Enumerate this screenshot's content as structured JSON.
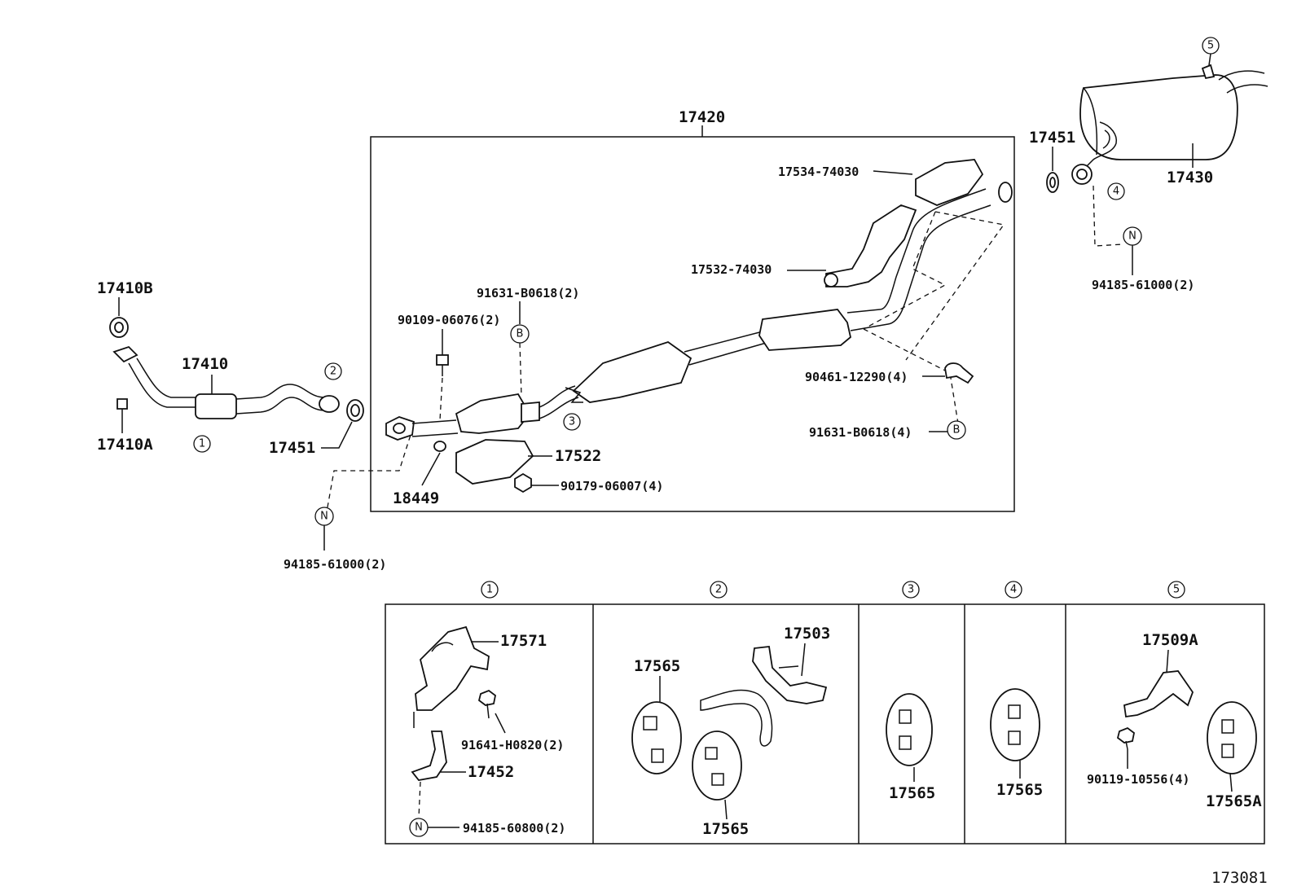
{
  "diagram_id": "173081",
  "main_assembly": {
    "label": "17420"
  },
  "parts": {
    "p17410B": "17410B",
    "p17410": "17410",
    "p17410A": "17410A",
    "p17451_left": "17451",
    "p17451_right": "17451",
    "p17430": "17430",
    "p17534": "17534-74030",
    "p17532": "17532-74030",
    "p91631_top": "91631-B0618(2)",
    "p90109": "90109-06076(2)",
    "p90461": "90461-12290(4)",
    "p91631_bottom": "91631-B0618(4)",
    "p17522": "17522",
    "p18449": "18449",
    "p90179": "90179-06007(4)",
    "p94185_left": "94185-61000(2)",
    "p94185_right": "94185-61000(2)"
  },
  "callouts": {
    "c1": "1",
    "c2": "2",
    "c3": "3",
    "c4": "4",
    "c5": "5",
    "cB": "B",
    "cN": "N"
  },
  "details": {
    "d1": {
      "header": "1",
      "p17571": "17571",
      "p91641": "91641-H0820(2)",
      "p17452": "17452",
      "p94185": "94185-60800(2)"
    },
    "d2": {
      "header": "2",
      "p17503": "17503",
      "p17565a": "17565",
      "p17565b": "17565"
    },
    "d3": {
      "header": "3",
      "p17565": "17565"
    },
    "d4": {
      "header": "4",
      "p17565": "17565"
    },
    "d5": {
      "header": "5",
      "p17509A": "17509A",
      "p90119": "90119-10556(4)",
      "p17565A": "17565A"
    }
  }
}
